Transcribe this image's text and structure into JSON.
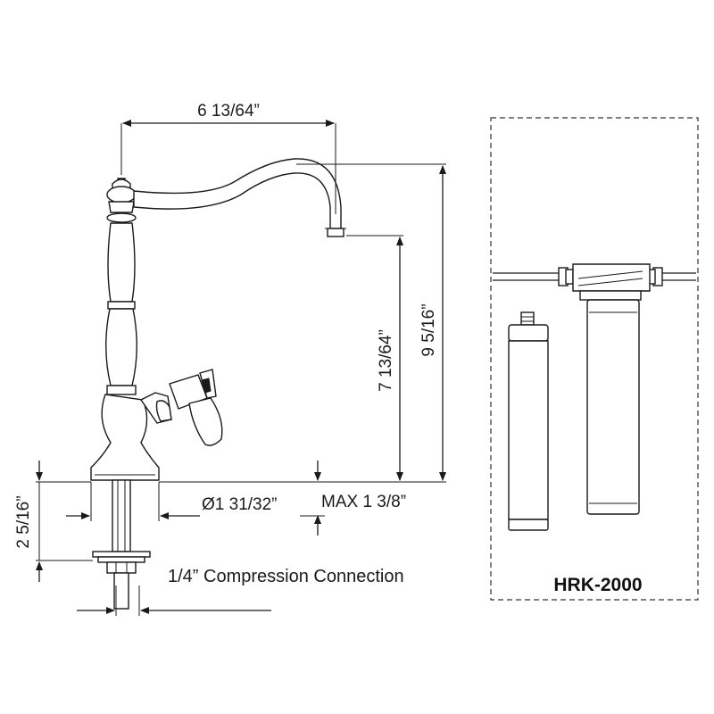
{
  "dimensions": {
    "spout_reach": "6 13/64”",
    "spout_clearance": "7 13/64”",
    "overall_height": "9 5/16”",
    "shank_length": "2 5/16”",
    "base_diameter": "Ø1 31/32”",
    "max_deck": "MAX 1 3/8”"
  },
  "labels": {
    "connection": "1/4” Compression Connection",
    "model": "HRK-2000"
  }
}
